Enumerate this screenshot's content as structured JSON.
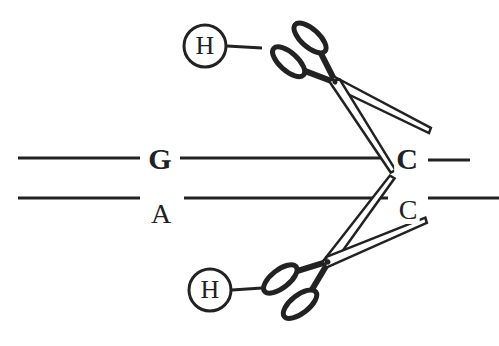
{
  "diagram": {
    "nodes": [
      {
        "text": [
          "H"
        ]
      },
      {
        "text": [
          "H"
        ]
      }
    ],
    "labels": [
      "G",
      "C",
      "A",
      "C"
    ]
  }
}
